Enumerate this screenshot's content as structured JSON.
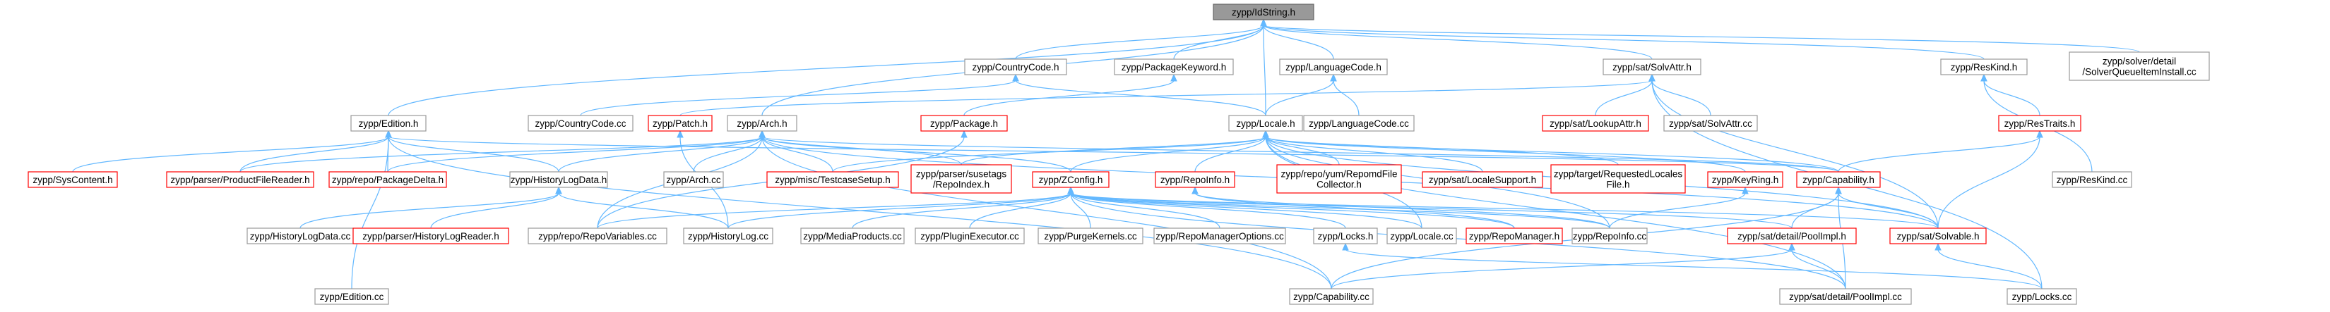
{
  "graph": {
    "nodes": [
      {
        "id": "root",
        "lines": [
          "zypp/IdString.h"
        ],
        "style": "root",
        "interactable": true
      },
      {
        "id": "CountryCode_h",
        "lines": [
          "zypp/CountryCode.h"
        ],
        "style": "normal",
        "interactable": true
      },
      {
        "id": "PackageKeyword_h",
        "lines": [
          "zypp/PackageKeyword.h"
        ],
        "style": "normal",
        "interactable": true
      },
      {
        "id": "LanguageCode_h",
        "lines": [
          "zypp/LanguageCode.h"
        ],
        "style": "normal",
        "interactable": true
      },
      {
        "id": "SolvAttr_h",
        "lines": [
          "zypp/sat/SolvAttr.h"
        ],
        "style": "normal",
        "interactable": true
      },
      {
        "id": "ResKind_h",
        "lines": [
          "zypp/ResKind.h"
        ],
        "style": "normal",
        "interactable": true
      },
      {
        "id": "SolverQueue_cc",
        "lines": [
          "zypp/solver/detail",
          "/SolverQueueItemInstall.cc"
        ],
        "style": "normal",
        "interactable": true
      },
      {
        "id": "Edition_h",
        "lines": [
          "zypp/Edition.h"
        ],
        "style": "normal",
        "interactable": true
      },
      {
        "id": "CountryCode_cc",
        "lines": [
          "zypp/CountryCode.cc"
        ],
        "style": "normal",
        "interactable": true
      },
      {
        "id": "Patch_h",
        "lines": [
          "zypp/Patch.h"
        ],
        "style": "red",
        "interactable": true
      },
      {
        "id": "Arch_h",
        "lines": [
          "zypp/Arch.h"
        ],
        "style": "normal",
        "interactable": true
      },
      {
        "id": "Package_h",
        "lines": [
          "zypp/Package.h"
        ],
        "style": "red",
        "interactable": true
      },
      {
        "id": "Locale_h",
        "lines": [
          "zypp/Locale.h"
        ],
        "style": "normal",
        "interactable": true
      },
      {
        "id": "LanguageCode_cc",
        "lines": [
          "zypp/LanguageCode.cc"
        ],
        "style": "normal",
        "interactable": true
      },
      {
        "id": "LookupAttr_h",
        "lines": [
          "zypp/sat/LookupAttr.h"
        ],
        "style": "red",
        "interactable": true
      },
      {
        "id": "SolvAttr_cc",
        "lines": [
          "zypp/sat/SolvAttr.cc"
        ],
        "style": "normal",
        "interactable": true
      },
      {
        "id": "ResTraits_h",
        "lines": [
          "zypp/ResTraits.h"
        ],
        "style": "red",
        "interactable": true
      },
      {
        "id": "SysContent_h",
        "lines": [
          "zypp/SysContent.h"
        ],
        "style": "red",
        "interactable": true
      },
      {
        "id": "ProductFileReader_h",
        "lines": [
          "zypp/parser/ProductFileReader.h"
        ],
        "style": "red",
        "interactable": true
      },
      {
        "id": "PackageDelta_h",
        "lines": [
          "zypp/repo/PackageDelta.h"
        ],
        "style": "red",
        "interactable": true
      },
      {
        "id": "HistoryLogData_h",
        "lines": [
          "zypp/HistoryLogData.h"
        ],
        "style": "normal",
        "interactable": true
      },
      {
        "id": "Arch_cc",
        "lines": [
          "zypp/Arch.cc"
        ],
        "style": "normal",
        "interactable": true
      },
      {
        "id": "TestcaseSetup_h",
        "lines": [
          "zypp/misc/TestcaseSetup.h"
        ],
        "style": "red",
        "interactable": true
      },
      {
        "id": "RepoIndex_h",
        "lines": [
          "zypp/parser/susetags",
          "/RepoIndex.h"
        ],
        "style": "red",
        "interactable": true
      },
      {
        "id": "ZConfig_h",
        "lines": [
          "zypp/ZConfig.h"
        ],
        "style": "red",
        "interactable": true
      },
      {
        "id": "RepoInfo_h",
        "lines": [
          "zypp/RepoInfo.h"
        ],
        "style": "red",
        "interactable": true
      },
      {
        "id": "RepomdFileCollector_h",
        "lines": [
          "zypp/repo/yum/RepomdFile",
          "Collector.h"
        ],
        "style": "red",
        "interactable": true
      },
      {
        "id": "LocaleSupport_h",
        "lines": [
          "zypp/sat/LocaleSupport.h"
        ],
        "style": "red",
        "interactable": true
      },
      {
        "id": "RequestedLocalesFile_h",
        "lines": [
          "zypp/target/RequestedLocales",
          "File.h"
        ],
        "style": "red",
        "interactable": true
      },
      {
        "id": "KeyRing_h",
        "lines": [
          "zypp/KeyRing.h"
        ],
        "style": "red",
        "interactable": true
      },
      {
        "id": "Capability_h",
        "lines": [
          "zypp/Capability.h"
        ],
        "style": "red",
        "interactable": true
      },
      {
        "id": "ResKind_cc",
        "lines": [
          "zypp/ResKind.cc"
        ],
        "style": "normal",
        "interactable": true
      },
      {
        "id": "HistoryLogData_cc",
        "lines": [
          "zypp/HistoryLogData.cc"
        ],
        "style": "normal",
        "interactable": true
      },
      {
        "id": "HistoryLogReader_h",
        "lines": [
          "zypp/parser/HistoryLogReader.h"
        ],
        "style": "red",
        "interactable": true
      },
      {
        "id": "RepoVariables_cc",
        "lines": [
          "zypp/repo/RepoVariables.cc"
        ],
        "style": "normal",
        "interactable": true
      },
      {
        "id": "HistoryLog_cc",
        "lines": [
          "zypp/HistoryLog.cc"
        ],
        "style": "normal",
        "interactable": true
      },
      {
        "id": "MediaProducts_cc",
        "lines": [
          "zypp/MediaProducts.cc"
        ],
        "style": "normal",
        "interactable": true
      },
      {
        "id": "PluginExecutor_cc",
        "lines": [
          "zypp/PluginExecutor.cc"
        ],
        "style": "normal",
        "interactable": true
      },
      {
        "id": "PurgeKernels_cc",
        "lines": [
          "zypp/PurgeKernels.cc"
        ],
        "style": "normal",
        "interactable": true
      },
      {
        "id": "RepoManagerOptions_cc",
        "lines": [
          "zypp/RepoManagerOptions.cc"
        ],
        "style": "normal",
        "interactable": true
      },
      {
        "id": "Locks_h",
        "lines": [
          "zypp/Locks.h"
        ],
        "style": "normal",
        "interactable": true
      },
      {
        "id": "Locale_cc",
        "lines": [
          "zypp/Locale.cc"
        ],
        "style": "normal",
        "interactable": true
      },
      {
        "id": "RepoManager_h",
        "lines": [
          "zypp/RepoManager.h"
        ],
        "style": "red",
        "interactable": true
      },
      {
        "id": "RepoInfo_cc",
        "lines": [
          "zypp/RepoInfo.cc"
        ],
        "style": "normal",
        "interactable": true
      },
      {
        "id": "PoolImpl_h",
        "lines": [
          "zypp/sat/detail/PoolImpl.h"
        ],
        "style": "red",
        "interactable": true
      },
      {
        "id": "Solvable_h",
        "lines": [
          "zypp/sat/Solvable.h"
        ],
        "style": "red",
        "interactable": true
      },
      {
        "id": "Edition_cc",
        "lines": [
          "zypp/Edition.cc"
        ],
        "style": "normal",
        "interactable": true
      },
      {
        "id": "Capability_cc",
        "lines": [
          "zypp/Capability.cc"
        ],
        "style": "normal",
        "interactable": true
      },
      {
        "id": "PoolImpl_cc",
        "lines": [
          "zypp/sat/detail/PoolImpl.cc"
        ],
        "style": "normal",
        "interactable": true
      },
      {
        "id": "Locks_cc",
        "lines": [
          "zypp/Locks.cc"
        ],
        "style": "normal",
        "interactable": true
      }
    ],
    "edges": [
      [
        "root",
        "CountryCode_h"
      ],
      [
        "root",
        "PackageKeyword_h"
      ],
      [
        "root",
        "LanguageCode_h"
      ],
      [
        "root",
        "SolvAttr_h"
      ],
      [
        "root",
        "ResKind_h"
      ],
      [
        "root",
        "SolverQueue_cc"
      ],
      [
        "root",
        "Edition_h"
      ],
      [
        "root",
        "Arch_h"
      ],
      [
        "root",
        "Locale_h"
      ],
      [
        "CountryCode_h",
        "CountryCode_cc"
      ],
      [
        "CountryCode_h",
        "Locale_h"
      ],
      [
        "PackageKeyword_h",
        "Package_h"
      ],
      [
        "LanguageCode_h",
        "Locale_h"
      ],
      [
        "LanguageCode_h",
        "LanguageCode_cc"
      ],
      [
        "SolvAttr_h",
        "Patch_h"
      ],
      [
        "SolvAttr_h",
        "LookupAttr_h"
      ],
      [
        "SolvAttr_h",
        "SolvAttr_cc"
      ],
      [
        "SolvAttr_h",
        "Solvable_h"
      ],
      [
        "SolvAttr_h",
        "Locks_cc"
      ],
      [
        "ResKind_h",
        "ResTraits_h"
      ],
      [
        "ResKind_h",
        "ResKind_cc"
      ],
      [
        "Edition_h",
        "SysContent_h"
      ],
      [
        "Edition_h",
        "ProductFileReader_h"
      ],
      [
        "Edition_h",
        "PackageDelta_h"
      ],
      [
        "Edition_h",
        "HistoryLogData_h"
      ],
      [
        "Edition_h",
        "Edition_cc"
      ],
      [
        "Edition_h",
        "Capability_cc"
      ],
      [
        "Edition_h",
        "Capability_h"
      ],
      [
        "Patch_h",
        "HistoryLog_cc"
      ],
      [
        "Arch_h",
        "ProductFileReader_h"
      ],
      [
        "Arch_h",
        "PackageDelta_h"
      ],
      [
        "Arch_h",
        "HistoryLogData_h"
      ],
      [
        "Arch_h",
        "Arch_cc"
      ],
      [
        "Arch_h",
        "TestcaseSetup_h"
      ],
      [
        "Arch_h",
        "RepoIndex_h"
      ],
      [
        "Arch_h",
        "ZConfig_h"
      ],
      [
        "Arch_h",
        "RepoVariables_cc"
      ],
      [
        "Arch_h",
        "Capability_h"
      ],
      [
        "Arch_h",
        "Solvable_h"
      ],
      [
        "Arch_h",
        "Capability_cc"
      ],
      [
        "Package_h",
        "RepoVariables_cc"
      ],
      [
        "Locale_h",
        "TestcaseSetup_h"
      ],
      [
        "Locale_h",
        "RepoIndex_h"
      ],
      [
        "Locale_h",
        "ZConfig_h"
      ],
      [
        "Locale_h",
        "RepoInfo_h"
      ],
      [
        "Locale_h",
        "RepomdFileCollector_h"
      ],
      [
        "Locale_h",
        "LocaleSupport_h"
      ],
      [
        "Locale_h",
        "RequestedLocalesFile_h"
      ],
      [
        "Locale_h",
        "KeyRing_h"
      ],
      [
        "Locale_h",
        "Capability_h"
      ],
      [
        "Locale_h",
        "Solvable_h"
      ],
      [
        "Locale_h",
        "Locale_cc"
      ],
      [
        "Locale_h",
        "PoolImpl_cc"
      ],
      [
        "Locale_h",
        "RepoInfo_cc"
      ],
      [
        "ResTraits_h",
        "Capability_h"
      ],
      [
        "ResTraits_h",
        "Solvable_h"
      ],
      [
        "HistoryLogData_h",
        "HistoryLogData_cc"
      ],
      [
        "HistoryLogData_h",
        "HistoryLogReader_h"
      ],
      [
        "HistoryLogData_h",
        "HistoryLog_cc"
      ],
      [
        "ZConfig_h",
        "HistoryLog_cc"
      ],
      [
        "ZConfig_h",
        "MediaProducts_cc"
      ],
      [
        "ZConfig_h",
        "PluginExecutor_cc"
      ],
      [
        "ZConfig_h",
        "PurgeKernels_cc"
      ],
      [
        "ZConfig_h",
        "RepoManagerOptions_cc"
      ],
      [
        "ZConfig_h",
        "Locks_h"
      ],
      [
        "ZConfig_h",
        "Locale_cc"
      ],
      [
        "ZConfig_h",
        "RepoManager_h"
      ],
      [
        "ZConfig_h",
        "RepoInfo_cc"
      ],
      [
        "ZConfig_h",
        "PoolImpl_h"
      ],
      [
        "ZConfig_h",
        "Solvable_h"
      ],
      [
        "ZConfig_h",
        "RepoVariables_cc"
      ],
      [
        "ZConfig_h",
        "PoolImpl_cc"
      ],
      [
        "RepoInfo_h",
        "RepoManager_h"
      ],
      [
        "RepoInfo_h",
        "RepoInfo_cc"
      ],
      [
        "KeyRing_h",
        "RepoInfo_cc"
      ],
      [
        "Capability_h",
        "PoolImpl_h"
      ],
      [
        "Capability_h",
        "Solvable_h"
      ],
      [
        "Capability_h",
        "Capability_cc"
      ],
      [
        "Capability_h",
        "PoolImpl_cc"
      ],
      [
        "Locks_h",
        "Locks_cc"
      ],
      [
        "PoolImpl_h",
        "Capability_cc"
      ],
      [
        "PoolImpl_h",
        "PoolImpl_cc"
      ],
      [
        "Solvable_h",
        "Locks_cc"
      ]
    ]
  }
}
